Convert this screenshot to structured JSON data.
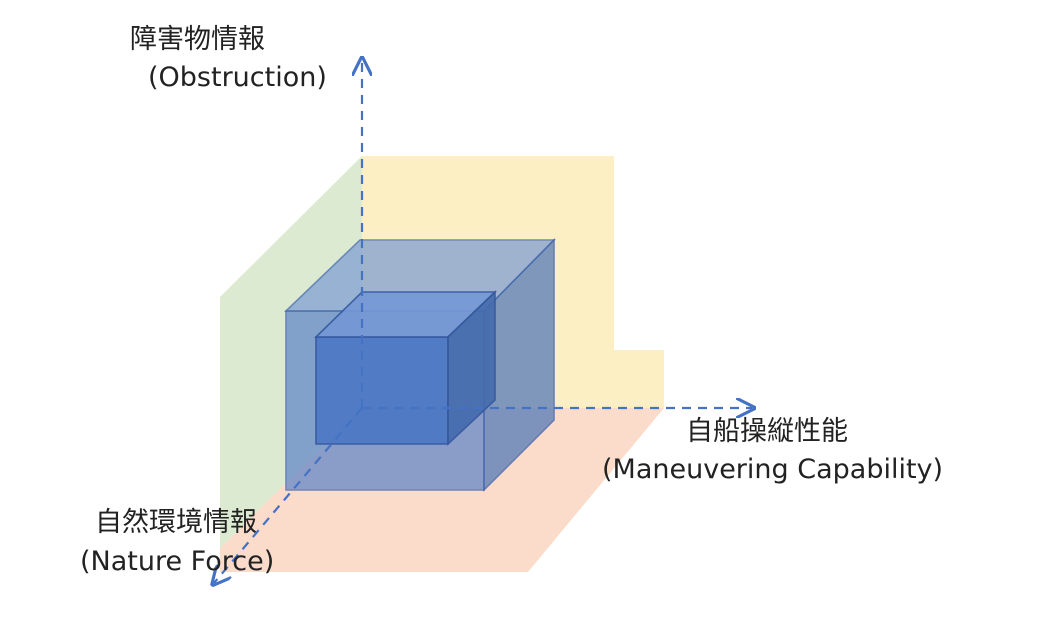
{
  "axes": {
    "obstruction": {
      "label_ja": "障害物情報",
      "label_en": "(Obstruction)"
    },
    "maneuvering": {
      "label_ja": "自船操縦性能",
      "label_en": "(Maneuvering Capability)"
    },
    "nature": {
      "label_ja": "自然環境情報",
      "label_en": "(Nature Force)"
    }
  },
  "colors": {
    "axis": "#4472c4",
    "plane_green": "#dbead1",
    "plane_yellow": "#fcefc3",
    "plane_orange": "#fbdccb",
    "outer_cube_front": "#5f86c8",
    "outer_cube_top": "#7d9dd3",
    "outer_cube_side": "#5c7fb8",
    "outer_cube_edge": "#3f63ad",
    "inner_cube_front": "#4d78c5",
    "inner_cube_top": "#7498d6",
    "inner_cube_side": "#456cae",
    "inner_cube_edge": "#35589f"
  }
}
